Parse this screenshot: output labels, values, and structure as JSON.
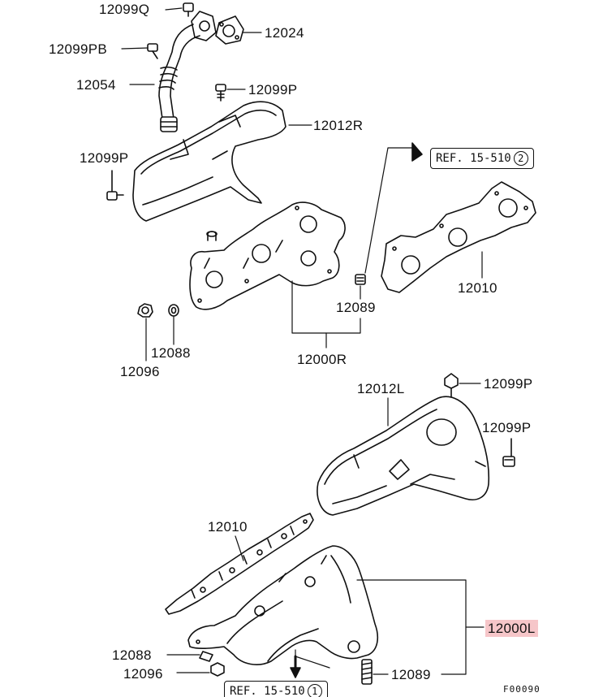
{
  "labels": {
    "p12099Q": "12099Q",
    "p12024": "12024",
    "p12099PB": "12099PB",
    "p12054": "12054",
    "p12099P_a": "12099P",
    "p12012R": "12012R",
    "p12099P_b": "12099P",
    "p12010_top": "12010",
    "p12089_top": "12089",
    "p12088_top": "12088",
    "p12096_top": "12096",
    "p12000R": "12000R",
    "p12012L": "12012L",
    "p12099P_c": "12099P",
    "p12099P_d": "12099P",
    "p12010_bot": "12010",
    "p12000L": "12000L",
    "p12088_bot": "12088",
    "p12096_bot": "12096",
    "p12089_bot": "12089"
  },
  "refs": {
    "top": {
      "text": "REF. 15-510",
      "num": "2"
    },
    "bottom": {
      "text": "REF. 15-510",
      "num": "1"
    }
  },
  "highlight_color": "#f6c6c9",
  "figure_code": "F00090"
}
